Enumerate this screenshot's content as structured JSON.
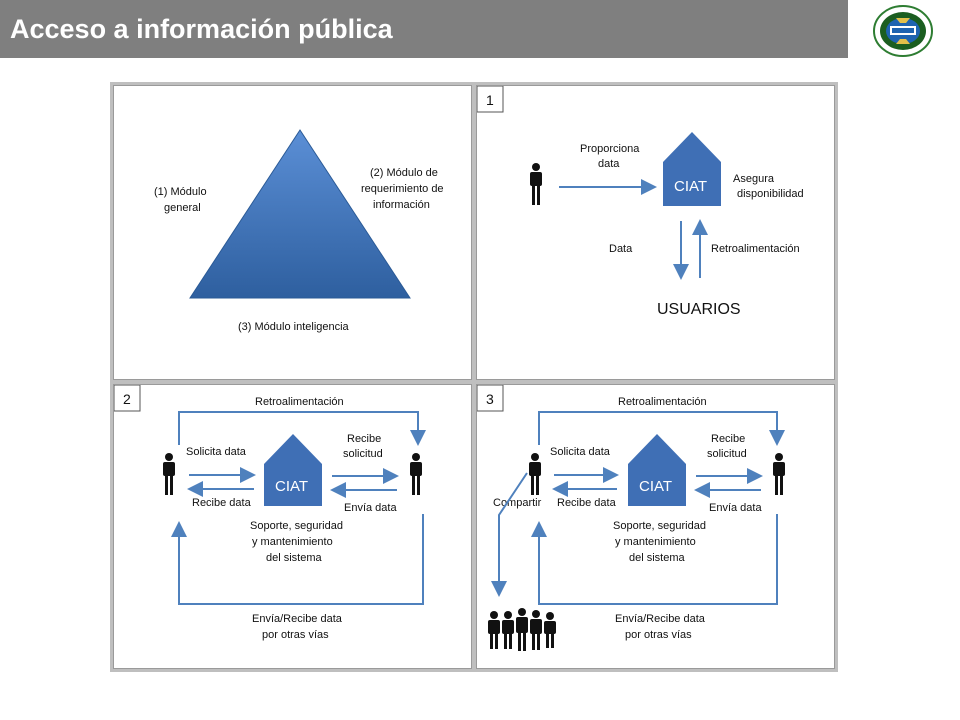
{
  "header": {
    "title": "Acceso a información pública"
  },
  "colors": {
    "header_bg": "#7f7f7f",
    "house_blue": "#3f6fb5",
    "arrow_blue": "#4f81bd",
    "frame_gray": "#bfbfbf"
  },
  "panel_top_left": {
    "module1_line1": "(1) Módulo",
    "module1_line2": "general",
    "module2_line1": "(2) Módulo de",
    "module2_line2": "requerimiento de",
    "module2_line3": "información",
    "module3": "(3) Módulo inteligencia"
  },
  "panel1": {
    "number": "1",
    "provides_line1": "Proporciona",
    "provides_line2": "data",
    "ciat": "CIAT",
    "ensures_line1": "Asegura",
    "ensures_line2": "disponibilidad",
    "data": "Data",
    "feedback": "Retroalimentación",
    "users": "USUARIOS"
  },
  "panel2": {
    "number": "2",
    "feedback": "Retroalimentación",
    "request_data": "Solicita data",
    "receive_request_line1": "Recibe",
    "receive_request_line2": "solicitud",
    "ciat": "CIAT",
    "receive_data": "Recibe data",
    "send_data": "Envía data",
    "support_line1": "Soporte, seguridad",
    "support_line2": "y mantenimiento",
    "support_line3": "del sistema",
    "other_line1": "Envía/Recibe data",
    "other_line2": "por otras vías"
  },
  "panel3": {
    "number": "3",
    "feedback": "Retroalimentación",
    "request_data": "Solicita data",
    "receive_request_line1": "Recibe",
    "receive_request_line2": "solicitud",
    "ciat": "CIAT",
    "share": "Compartir",
    "receive_data": "Recibe data",
    "send_data": "Envía data",
    "support_line1": "Soporte, seguridad",
    "support_line2": "y mantenimiento",
    "support_line3": "del sistema",
    "other_line1": "Envía/Recibe data",
    "other_line2": "por otras vías"
  }
}
